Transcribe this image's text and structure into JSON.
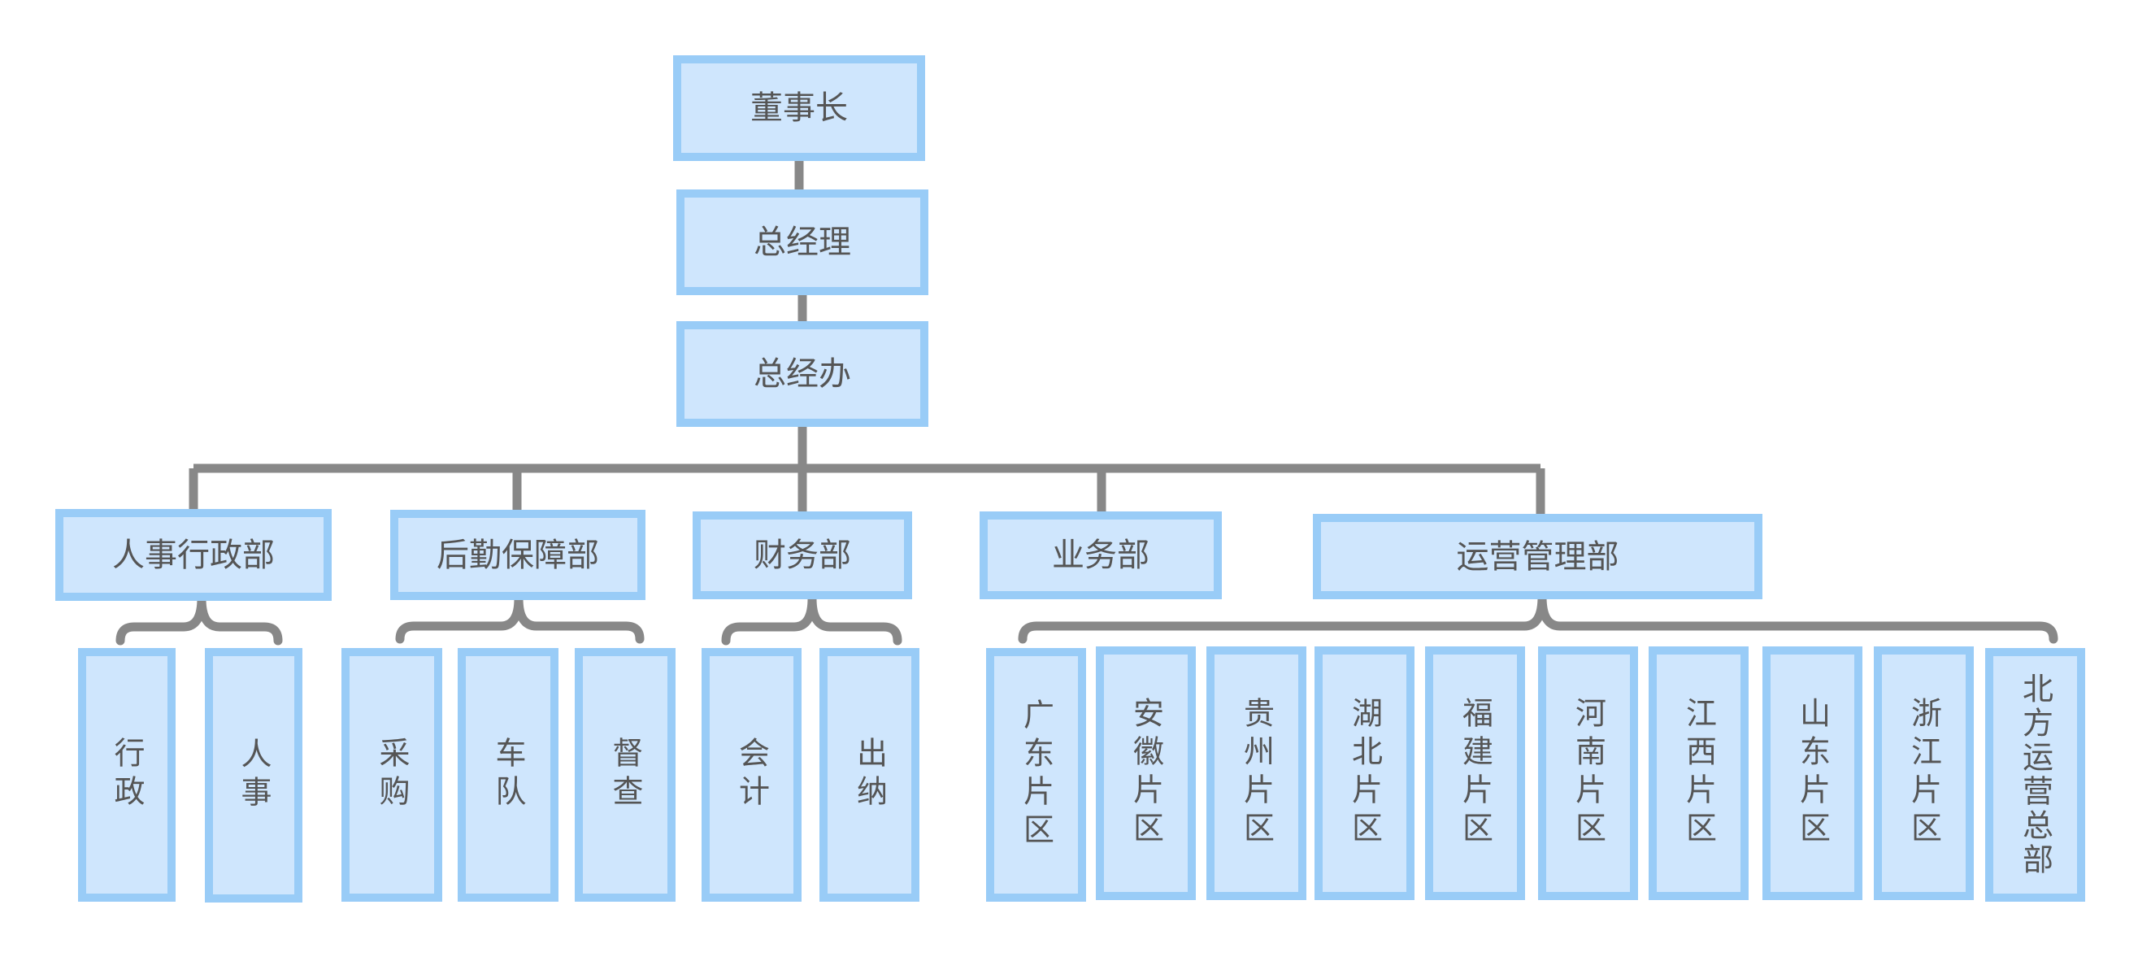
{
  "org": {
    "chairman": "董事长",
    "general_manager": "总经理",
    "gm_office": "总经办",
    "departments": [
      {
        "name": "人事行政部",
        "children": [
          "行政",
          "人事"
        ]
      },
      {
        "name": "后勤保障部",
        "children": [
          "采购",
          "车队",
          "督查"
        ]
      },
      {
        "name": "财务部",
        "children": [
          "会计",
          "出纳"
        ]
      },
      {
        "name": "业务部",
        "children": []
      },
      {
        "name": "运营管理部",
        "children": [
          "广东片区",
          "安徽片区",
          "贵州片区",
          "湖北片区",
          "福建片区",
          "河南片区",
          "江西片区",
          "山东片区",
          "浙江片区",
          "北方运营总部"
        ]
      }
    ]
  },
  "colors": {
    "box_fill": "#cfe6fd",
    "box_border": "#99ccf7",
    "connector": "#888888",
    "text": "#555555"
  }
}
